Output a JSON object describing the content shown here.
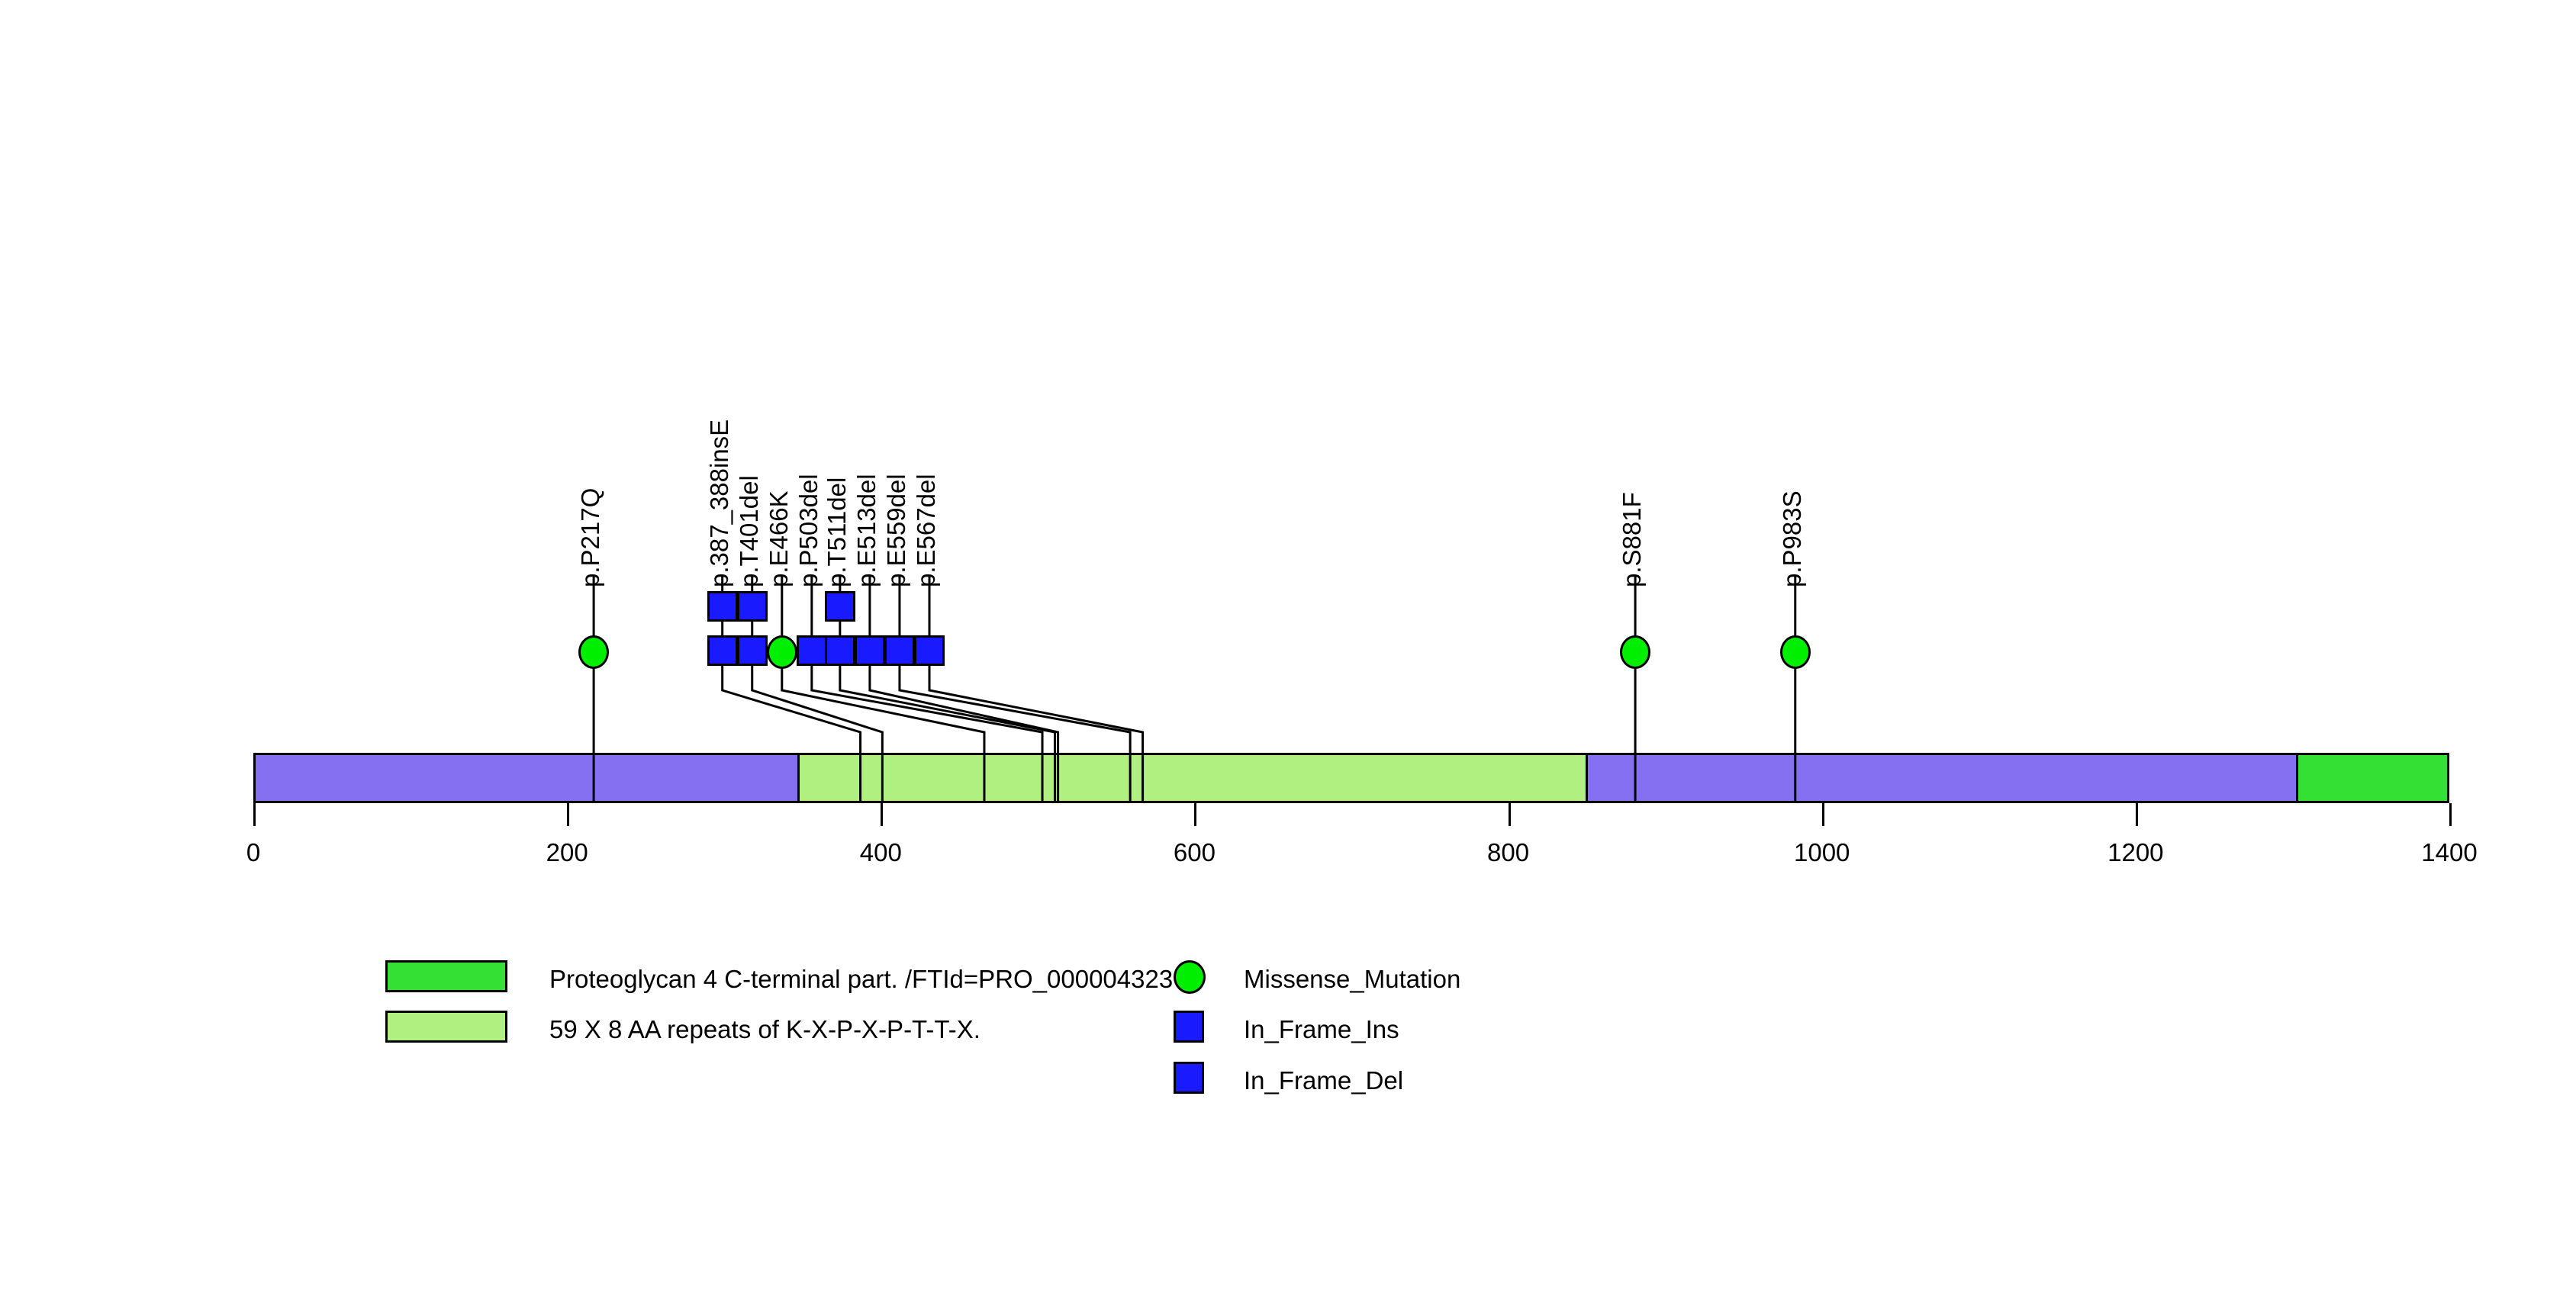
{
  "chart_data": {
    "type": "lollipop",
    "title": "",
    "xlabel": "",
    "ylabel": "",
    "xlim": [
      0,
      1400
    ],
    "xticks": [
      0,
      200,
      400,
      600,
      800,
      1000,
      1200,
      1400
    ],
    "xticklabels": [
      "0",
      "200",
      "400",
      "600",
      "800",
      "1000",
      "1200",
      "1400"
    ],
    "protein_length": 1400,
    "backbone_color": "#8470f0",
    "domains": [
      {
        "name": "59 X 8 AA repeats of K-X-P-X-P-T-T-X.",
        "start": 347,
        "end": 851,
        "color": "#b0f080"
      },
      {
        "name": "Proteoglycan 4 C-terminal part. /FTId=PRO_000004323",
        "start": 1302,
        "end": 1400,
        "color": "#33e033"
      }
    ],
    "mutations": [
      {
        "label": "p.P217Q",
        "position": 217,
        "label_slot": 217,
        "type": "Missense_Mutation",
        "count": 1,
        "shape": "circle",
        "color": "#00ee00"
      },
      {
        "label": "p.387_388insE",
        "position": 387,
        "label_slot": 299,
        "type": "In_Frame_Ins",
        "count": 2,
        "shape": "square",
        "color": "#1a1aff"
      },
      {
        "label": "p.T401del",
        "position": 401,
        "label_slot": 318,
        "type": "In_Frame_Del",
        "count": 2,
        "shape": "square",
        "color": "#1a1aff"
      },
      {
        "label": "p.E466K",
        "position": 466,
        "label_slot": 337,
        "type": "Missense_Mutation",
        "count": 1,
        "shape": "circle",
        "color": "#00ee00"
      },
      {
        "label": "p.P503del",
        "position": 503,
        "label_slot": 356,
        "type": "In_Frame_Del",
        "count": 1,
        "shape": "square",
        "color": "#1a1aff"
      },
      {
        "label": "p.T511del",
        "position": 511,
        "label_slot": 374,
        "type": "In_Frame_Del",
        "count": 2,
        "shape": "square",
        "color": "#1a1aff"
      },
      {
        "label": "p.E513del",
        "position": 513,
        "label_slot": 393,
        "type": "In_Frame_Del",
        "count": 1,
        "shape": "square",
        "color": "#1a1aff"
      },
      {
        "label": "p.E559del",
        "position": 559,
        "label_slot": 412,
        "type": "In_Frame_Del",
        "count": 1,
        "shape": "square",
        "color": "#1a1aff"
      },
      {
        "label": "p.E567del",
        "position": 567,
        "label_slot": 431,
        "type": "In_Frame_Del",
        "count": 1,
        "shape": "square",
        "color": "#1a1aff"
      },
      {
        "label": "p.S881F",
        "position": 881,
        "label_slot": 881,
        "type": "Missense_Mutation",
        "count": 1,
        "shape": "circle",
        "color": "#00ee00"
      },
      {
        "label": "p.P983S",
        "position": 983,
        "label_slot": 983,
        "type": "Missense_Mutation",
        "count": 1,
        "shape": "circle",
        "color": "#00ee00"
      }
    ],
    "legend": {
      "domains": [
        {
          "label": "Proteoglycan 4 C-terminal part. /FTId=PRO_000004323",
          "color": "#33e033"
        },
        {
          "label": "59 X 8 AA repeats of K-X-P-X-P-T-T-X.",
          "color": "#b0f080"
        }
      ],
      "mutation_types": [
        {
          "label": "Missense_Mutation",
          "color": "#00ee00",
          "shape": "circle"
        },
        {
          "label": "In_Frame_Ins",
          "color": "#1a1aff",
          "shape": "square"
        },
        {
          "label": "In_Frame_Del",
          "color": "#1a1aff",
          "shape": "square"
        }
      ]
    }
  }
}
